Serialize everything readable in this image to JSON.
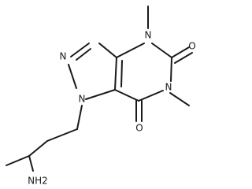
{
  "molecule": {
    "atoms": {
      "n_imidazole": "N",
      "n3": "N",
      "n1": "N",
      "n7": "N",
      "o2": "O",
      "o6": "O",
      "nh2": "NH2"
    },
    "colors": {
      "bond": "#1a1a1a",
      "label": "#1a1a1a",
      "background": "#ffffff"
    }
  }
}
